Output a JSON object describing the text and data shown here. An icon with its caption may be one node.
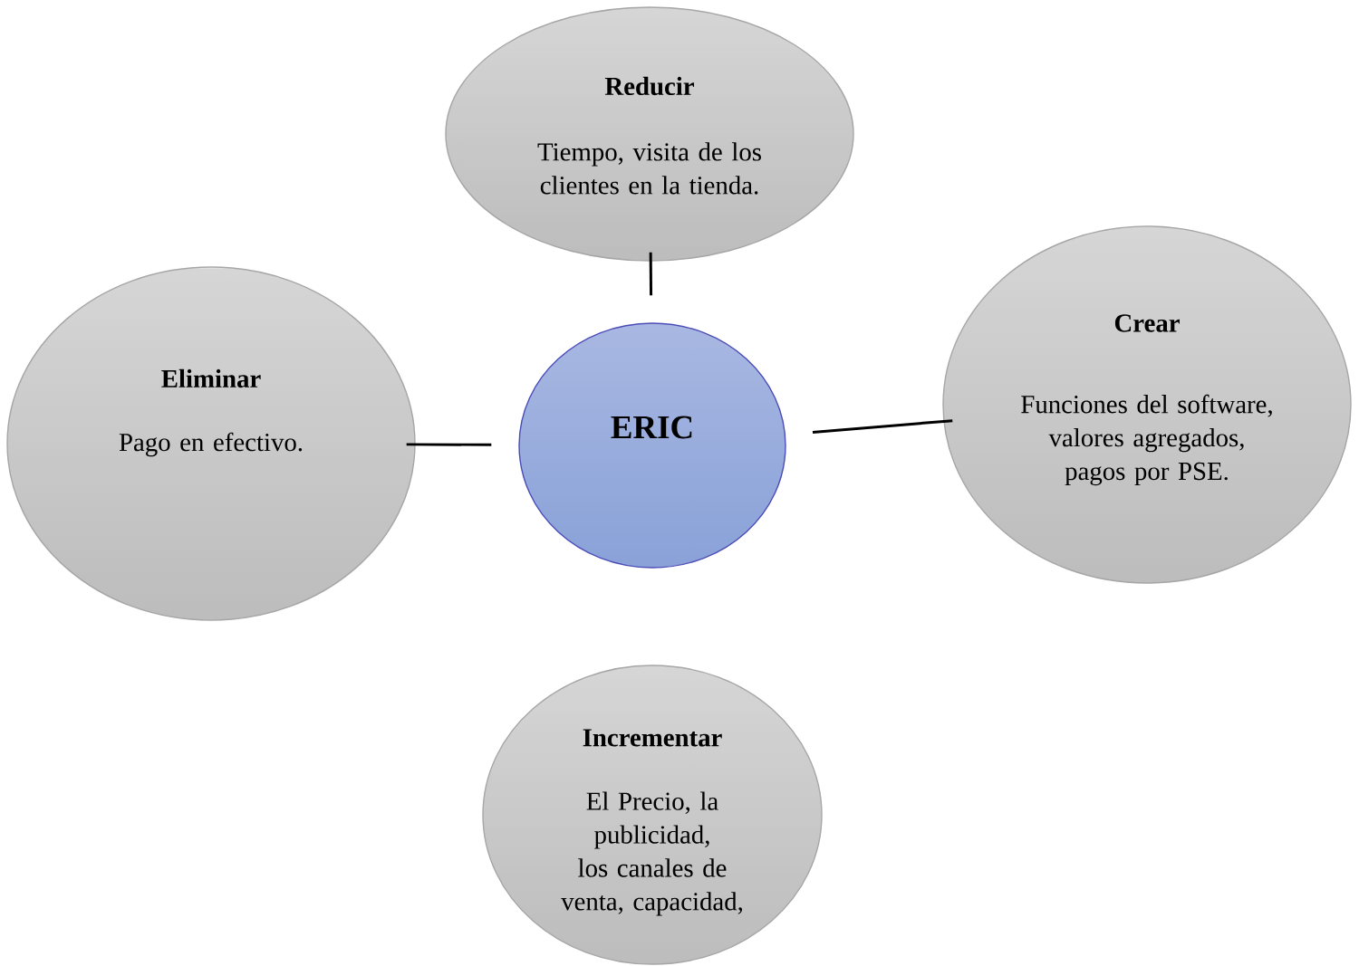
{
  "diagram": {
    "nodes": [
      {
        "text": [
          "Reducir",
          "Tiempo, visita de los clientes en la tienda."
        ]
      },
      {
        "text": [
          "Eliminar",
          "Pago en efectivo."
        ]
      },
      {
        "text": [
          "ERIC"
        ]
      },
      {
        "text": [
          "Crear",
          "Funciones del software, valores agregados, pagos por PSE."
        ]
      },
      {
        "text": [
          "Incrementar",
          "El Precio, la publicidad, los canales de venta, capacidad,"
        ]
      }
    ],
    "edges": [
      {
        "from": 2,
        "to": 0,
        "arrow": "none"
      },
      {
        "from": 2,
        "to": 1,
        "arrow": "none"
      },
      {
        "from": 2,
        "to": 3,
        "arrow": "none"
      }
    ]
  }
}
